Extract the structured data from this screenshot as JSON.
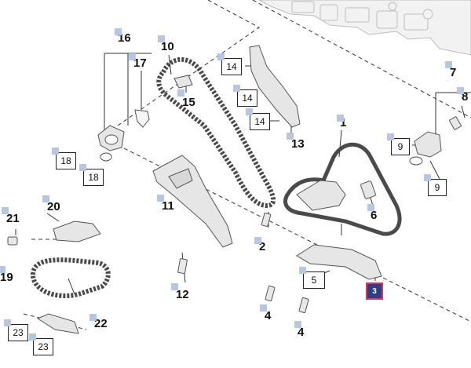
{
  "callouts": {
    "c1": "1",
    "c2": "2",
    "c4a": "4",
    "c4b": "4",
    "c6": "6",
    "c7": "7",
    "c8": "8",
    "c10": "10",
    "c11": "11",
    "c12": "12",
    "c13": "13",
    "c15": "15",
    "c16": "16",
    "c17": "17",
    "c19": "19",
    "c20": "20",
    "c21": "21",
    "c22": "22"
  },
  "boxes": {
    "b5": "5",
    "b9a": "9",
    "b9b": "9",
    "b14a": "14",
    "b14b": "14",
    "b14c": "14",
    "b18a": "18",
    "b18b": "18",
    "b23a": "23",
    "b23b": "23"
  },
  "highlight": {
    "label": "3",
    "fill": "#2f3f86",
    "border": "#d23b5a"
  },
  "colors": {
    "line": "#222222",
    "tab": "#b7c7e0",
    "part_fill": "#e6e6e6",
    "part_stroke": "#555555"
  }
}
